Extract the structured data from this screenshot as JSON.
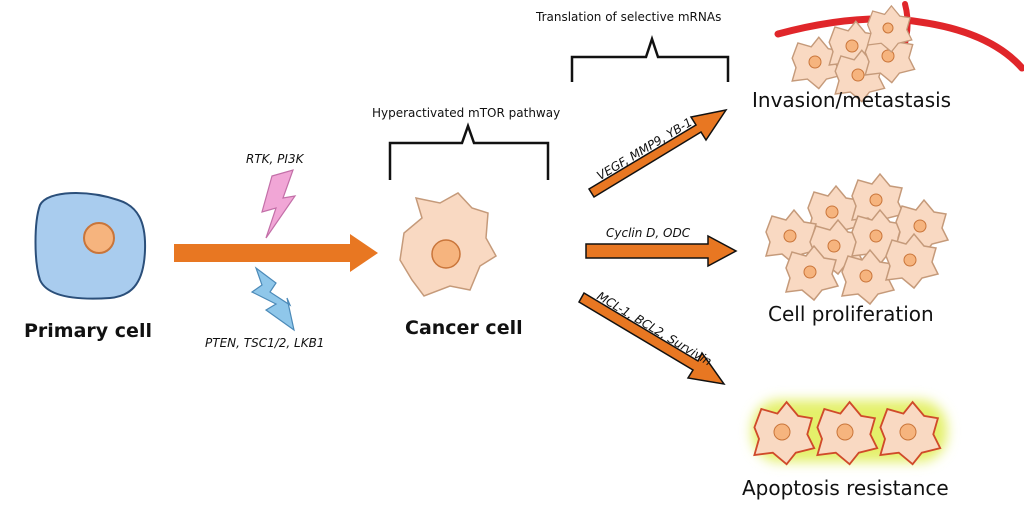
{
  "labels": {
    "primary_cell": "Primary cell",
    "cancer_cell": "Cancer cell",
    "activators": "RTK, PI3K",
    "suppressors": "PTEN, TSC1/2, LKB1",
    "mtor": "Hyperactivated mTOR pathway",
    "translation": "Translation of selective mRNAs"
  },
  "outcomes": [
    {
      "genes": "VEGF, MMP9, YB-1",
      "label": "Invasion/metastasis"
    },
    {
      "genes": "Cyclin D, ODC",
      "label": "Cell proliferation"
    },
    {
      "genes": "MCL-1, BCL2, Survivin",
      "label": "Apoptosis resistance"
    }
  ],
  "colors": {
    "arrow": "#E87722",
    "primary_cell": "#A9CCEE",
    "cancer_cell": "#F9D9C2",
    "nucleus": "#F6B47E",
    "activator_bolt": "#F1A6D6",
    "suppressor_bolt": "#8FC7EA",
    "vessel": "#E0262A",
    "apoptosis_glow": "#E4F06A"
  },
  "icons": {
    "activator": "lightning-bolt-icon",
    "suppressor": "lightning-bolt-icon"
  }
}
